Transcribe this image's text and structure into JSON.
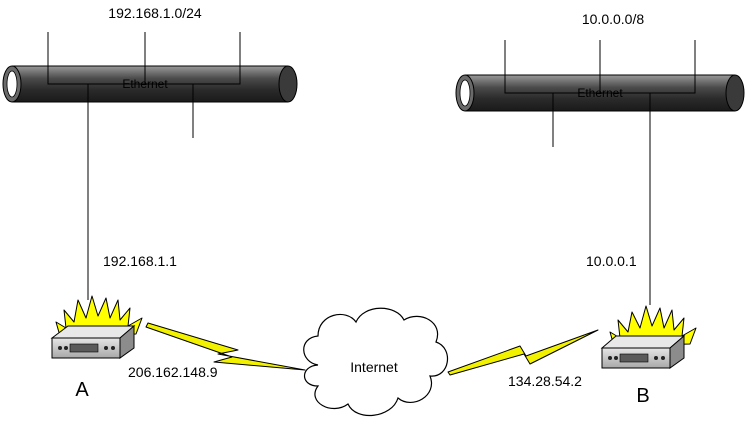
{
  "networks": {
    "left": {
      "subnet": "192.168.1.0/24",
      "bus_label": "Ethernet"
    },
    "right": {
      "subnet": "10.0.0.0/8",
      "bus_label": "Ethernet"
    }
  },
  "routers": {
    "a": {
      "label": "A",
      "lan_ip": "192.168.1.1",
      "wan_ip": "206.162.148.9"
    },
    "b": {
      "label": "B",
      "lan_ip": "10.0.0.1",
      "wan_ip": "134.28.54.2"
    }
  },
  "cloud": {
    "label": "Internet"
  },
  "colors": {
    "bus_dark": "#2b2b2b",
    "bus_light": "#9a9a9a",
    "flame_yellow": "#ffff00",
    "lightning_yellow": "#f2f200",
    "device_gray": "#c8c8c8"
  },
  "icons": {
    "firewall": "firewall-router-icon",
    "cloud": "cloud-icon",
    "link": "lightning-bolt-icon"
  }
}
